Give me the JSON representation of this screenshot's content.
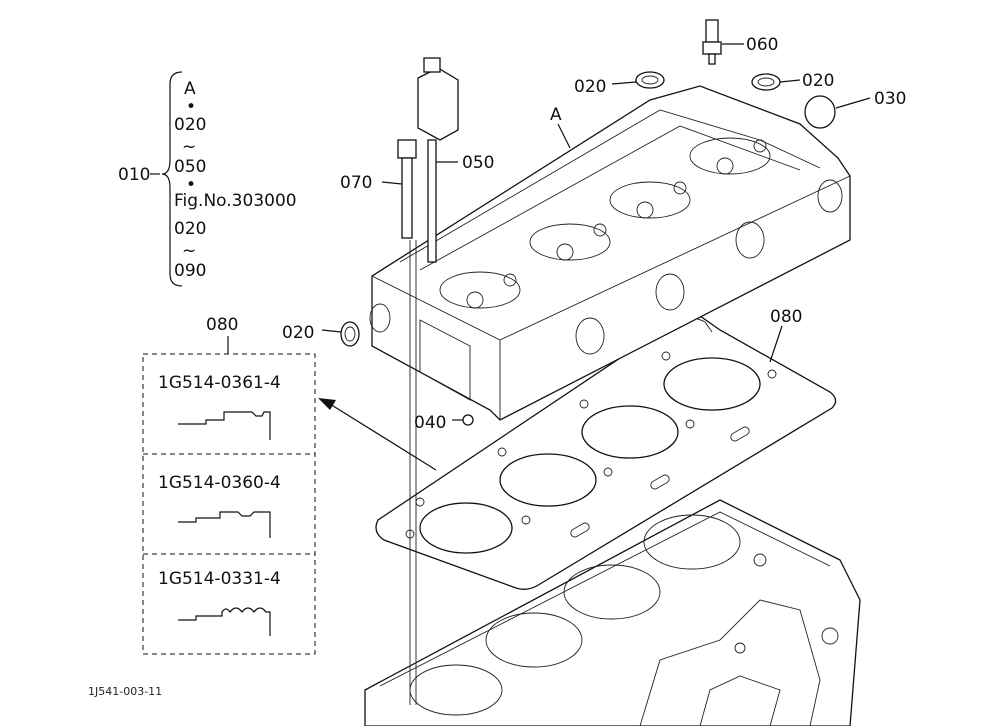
{
  "diagram": {
    "legend": {
      "group_label": "010",
      "items": [
        "A",
        "•",
        "020",
        "~",
        "050",
        "•",
        "Fig.No.303000",
        "020",
        "~",
        "090"
      ]
    },
    "callouts": {
      "c060": "060",
      "c020_top_left": "020",
      "c020_top_right": "020",
      "c030": "030",
      "ref_a": "A",
      "c050": "050",
      "c070": "070",
      "c020_left": "020",
      "c040": "040",
      "c080_right": "080",
      "c080_box": "080"
    },
    "gasket_options": [
      {
        "part_number": "1G514-0361-4"
      },
      {
        "part_number": "1G514-0360-4"
      },
      {
        "part_number": "1G514-0331-4"
      }
    ],
    "figure_code": "1J541-003-11"
  }
}
